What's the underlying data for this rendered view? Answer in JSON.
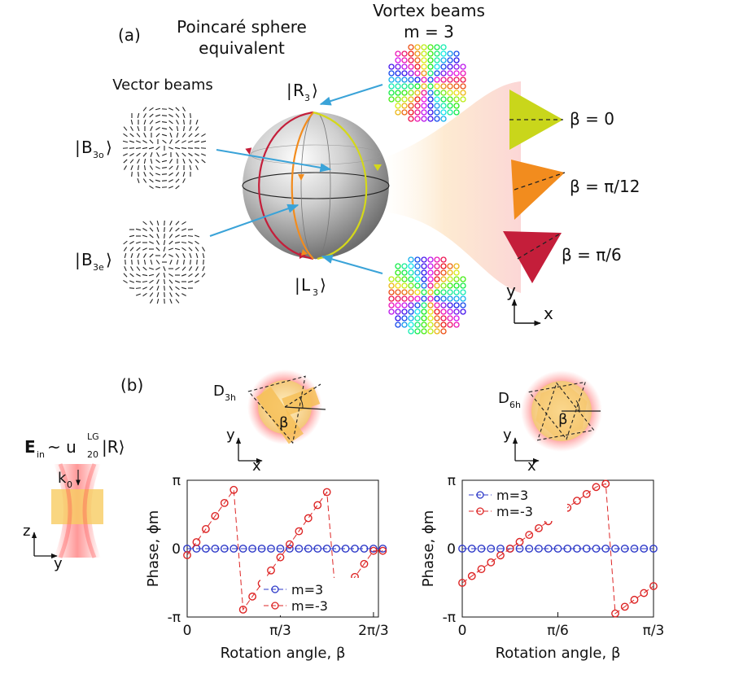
{
  "panel_a": {
    "label": "(a)",
    "sphere_title_1": "Poincaré sphere",
    "sphere_title_2": "equivalent",
    "vector_title": "Vector beams",
    "vortex_title_1": "Vortex beams",
    "vortex_title_2": "m = 3",
    "state_b3o": "B",
    "state_b3o_sub": "3o",
    "state_b3e": "B",
    "state_b3e_sub": "3e",
    "state_r3": "R",
    "state_r3_sub": "3",
    "state_l3": "L",
    "state_l3_sub": "3",
    "beta_labels": [
      "β = 0",
      "β = π/12",
      "β = π/6"
    ],
    "axis_y": "y",
    "axis_x": "x",
    "colors": {
      "sphere_arrow": "#3aa3d8",
      "red": "#c41e3a",
      "orange": "#f28c1e",
      "yellow": "#d4d81a"
    }
  },
  "panel_b": {
    "label": "(b)",
    "d3h": "D",
    "d3h_sub": "3h",
    "d6h": "D",
    "d6h_sub": "6h",
    "beta": "β",
    "axis_y": "y",
    "axis_x": "x",
    "ein_E": "E",
    "ein_sub": "in",
    "ein_rest": " ~ u",
    "ein_sup": "LG",
    "ein_sub2": "20",
    "ein_ket": "|R⟩",
    "k0": "k",
    "k0_sub": "0",
    "axis_z": "z",
    "axis_y2": "y"
  },
  "chart_data": [
    {
      "type": "line",
      "ylabel": "Phase, ϕm",
      "xlabel": "Rotation angle, β",
      "xticks": [
        "0",
        "π/3",
        "2π/3"
      ],
      "yticks": [
        "π",
        "0",
        "-π"
      ],
      "xlim": [
        0,
        2.15
      ],
      "ylim": [
        -3.14159,
        3.14159
      ],
      "legend": "bottom-right",
      "series": [
        {
          "name": "m=3",
          "color": "#2d39c8",
          "x": [
            0,
            0.1047,
            0.2094,
            0.3142,
            0.4189,
            0.5236,
            0.6283,
            0.733,
            0.8378,
            0.9425,
            1.0472,
            1.1519,
            1.2566,
            1.3614,
            1.4661,
            1.5708,
            1.6755,
            1.7802,
            1.885,
            1.9897,
            2.0944,
            2.1991
          ],
          "y": [
            0,
            0,
            0,
            0,
            0,
            0,
            0,
            0,
            0,
            0,
            0,
            0,
            0,
            0,
            0,
            0,
            0,
            0,
            0,
            0,
            0,
            0
          ]
        },
        {
          "name": "m=-3",
          "color": "#dd2525",
          "x": [
            0,
            0.1047,
            0.2094,
            0.3142,
            0.4189,
            0.5236,
            0.6283,
            0.733,
            0.8378,
            0.9425,
            1.0472,
            1.1519,
            1.2566,
            1.3614,
            1.4661,
            1.5708,
            1.6755,
            1.7802,
            1.885,
            1.9897,
            2.0944,
            2.1991
          ],
          "y": [
            -0.3,
            0.3,
            0.9,
            1.5,
            2.1,
            2.7,
            -2.8,
            -2.2,
            -1.6,
            -1.0,
            -0.4,
            0.2,
            0.8,
            1.4,
            2.0,
            2.6,
            -2.5,
            -1.9,
            -1.3,
            -0.7,
            -0.1,
            -0.1
          ]
        }
      ]
    },
    {
      "type": "line",
      "ylabel": "Phase, ϕm",
      "xlabel": "Rotation angle, β",
      "xticks": [
        "0",
        "π/6",
        "π/3"
      ],
      "yticks": [
        "π",
        "0",
        "-π"
      ],
      "xlim": [
        0,
        1.0472
      ],
      "ylim": [
        -3.14159,
        3.14159
      ],
      "legend": "top-left",
      "series": [
        {
          "name": "m=3",
          "color": "#2d39c8",
          "x": [
            0,
            0.0524,
            0.1047,
            0.1571,
            0.2094,
            0.2618,
            0.3142,
            0.3665,
            0.4189,
            0.4712,
            0.5236,
            0.576,
            0.6283,
            0.6807,
            0.733,
            0.7854,
            0.8378,
            0.8901,
            0.9425,
            0.9948,
            1.0472
          ],
          "y": [
            0,
            0,
            0,
            0,
            0,
            0,
            0,
            0,
            0,
            0,
            0,
            0,
            0,
            0,
            0,
            0,
            0,
            0,
            0,
            0,
            0
          ]
        },
        {
          "name": "m=-3",
          "color": "#dd2525",
          "x": [
            0,
            0.0524,
            0.1047,
            0.1571,
            0.2094,
            0.2618,
            0.3142,
            0.3665,
            0.4189,
            0.4712,
            0.5236,
            0.576,
            0.6283,
            0.6807,
            0.733,
            0.7854,
            0.8378,
            0.8901,
            0.9425,
            0.9948,
            1.0472
          ],
          "y": [
            -1.57,
            -1.26,
            -0.94,
            -0.63,
            -0.31,
            0,
            0.31,
            0.63,
            0.94,
            1.26,
            1.57,
            1.88,
            2.2,
            2.51,
            2.83,
            2.98,
            -2.98,
            -2.67,
            -2.35,
            -2.04,
            -1.72
          ]
        }
      ]
    }
  ]
}
